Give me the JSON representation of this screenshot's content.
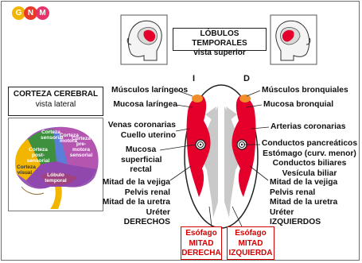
{
  "logo": {
    "letters": [
      "G",
      "N",
      "M"
    ],
    "colors": [
      "#f2b600",
      "#e83a2a",
      "#e7336a"
    ]
  },
  "top_title": {
    "line1": "LÓBULOS TEMPORALES",
    "line2": "vista superior"
  },
  "cortex_title": {
    "line1": "CORTEZA CEREBRAL",
    "line2": "vista lateral"
  },
  "brain_lobes": {
    "frontal_motor": "Corteza motora",
    "premotor": "Corteza pre-motora sensorial",
    "sensorial": "Corteza sensorial",
    "postsensorial": "Corteza post-sensorial",
    "visual": "Corteza visual",
    "temporal": "Lóbulo temporal"
  },
  "side_markers": {
    "left": "I",
    "right": "D"
  },
  "left_labels": {
    "musculos": "Músculos laríngeos",
    "mucosa": "Mucosa laríngea",
    "venas1": "Venas coronarias",
    "venas2": "Cuello uterino",
    "rectal1": "Mucosa",
    "rectal2": "superficial",
    "rectal3": "rectal",
    "bottom1": "Mitad de la vejiga",
    "bottom2": "Pelvis renal",
    "bottom3": "Mitad de la uretra",
    "bottom4": "Uréter",
    "bottom5": "DERECHOS"
  },
  "right_labels": {
    "musculos": "Músculos bronquiales",
    "mucosa": "Mucosa bronquial",
    "arterias": "Arterias coronarias",
    "mid1": "Conductos pancreáticos",
    "mid2": "Estómago (curv. menor)",
    "mid3": "Conductos biliares",
    "mid4": "Vesícula biliar",
    "bottom1": "Mitad de la vejiga",
    "bottom2": "Pelvis renal",
    "bottom3": "Mitad de la uretra",
    "bottom4": "Uréter",
    "bottom5": "IZQUIERDOS"
  },
  "esophagus": {
    "left": {
      "line1": "Esófago",
      "line2": "MITAD",
      "line3": "DERECHA"
    },
    "right": {
      "line1": "Esófago",
      "line2": "MITAD",
      "line3": "IZQUIERDA"
    }
  },
  "colors": {
    "red": "#e4002b",
    "frame": "#6d6d6d"
  }
}
